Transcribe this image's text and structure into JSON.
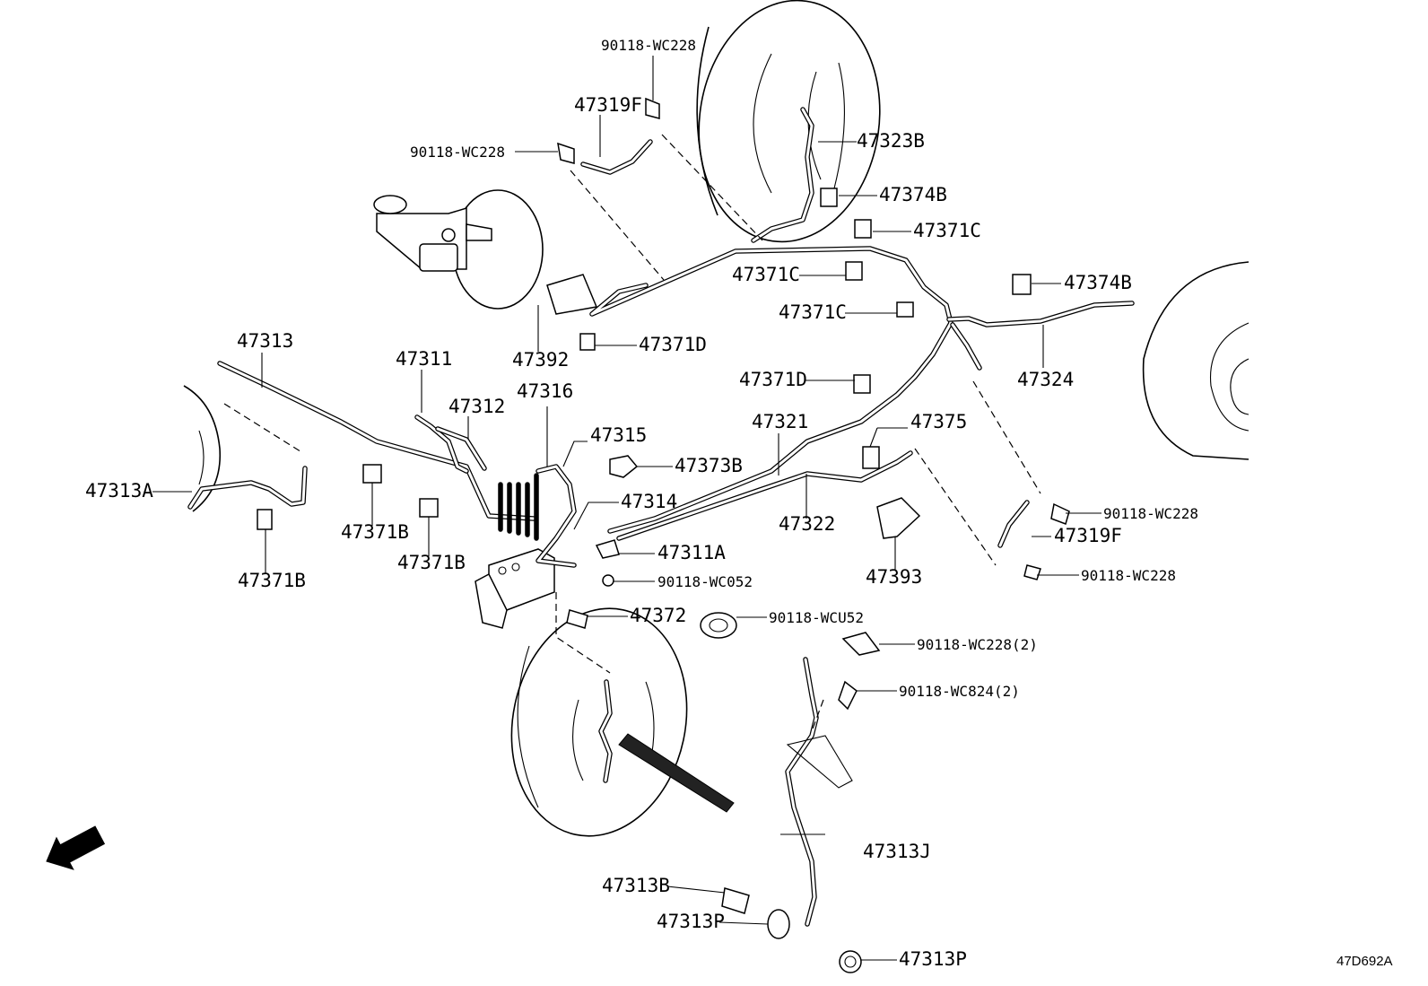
{
  "labels": {
    "p90118_wc228_top": "90118-WC228",
    "p47319f_top": "47319F",
    "p90118_wc228_left": "90118-WC228",
    "p47323b": "47323B",
    "p47374b_top": "47374B",
    "p47371c_a": "47371C",
    "p47371c_b": "47371C",
    "p47371c_c": "47371C",
    "p47374b_right": "47374B",
    "p47371d_a": "47371D",
    "p47392": "47392",
    "p47313": "47313",
    "p47311": "47311",
    "p47312": "47312",
    "p47316": "47316",
    "p47371d_b": "47371D",
    "p47324": "47324",
    "p47321": "47321",
    "p47375": "47375",
    "p47315": "47315",
    "p47373b": "47373B",
    "p47313a": "47313A",
    "p47314": "47314",
    "p47322": "47322",
    "p90118_wc228_r1": "90118-WC228",
    "p47319f_right": "47319F",
    "p47371b_a": "47371B",
    "p47371b_b": "47371B",
    "p47371b_c": "47371B",
    "p47311a": "47311A",
    "p90118_wc052": "90118-WC052",
    "p47393": "47393",
    "p90118_wc228_r2": "90118-WC228",
    "p47372": "47372",
    "p90118_wcu52": "90118-WCU52",
    "p90118_wc228_2": "90118-WC228(2)",
    "p90118_wc824_2": "90118-WC824(2)",
    "p47313j": "47313J",
    "p47313b": "47313B",
    "p47313p_a": "47313P",
    "p47313p_b": "47313P"
  },
  "fwd_label": "FWD",
  "diagram_ref": "47D692A"
}
